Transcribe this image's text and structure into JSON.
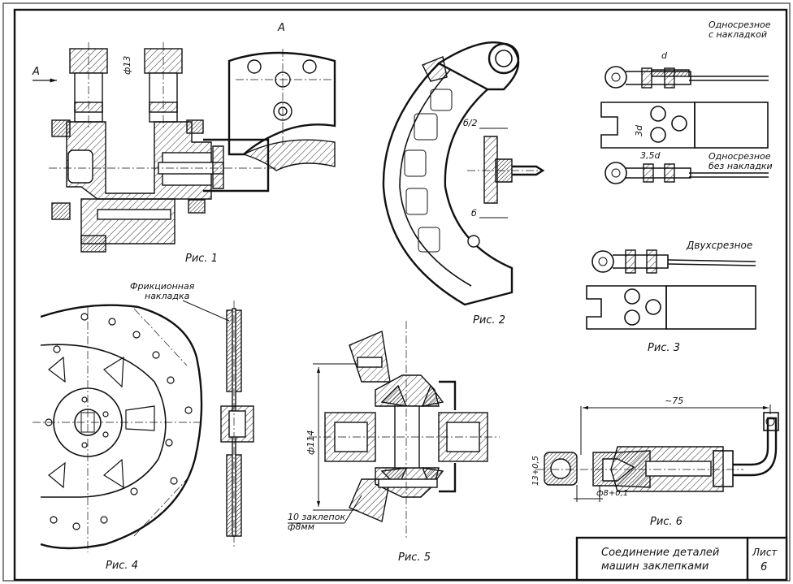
{
  "sheet": {
    "title_line1": "Соединение деталей",
    "title_line2": "машин заклепками",
    "sheet_label": "Лист",
    "sheet_number": "6"
  },
  "fig1": {
    "caption": "Рис. 1",
    "view_label": "A",
    "arrow_label": "A",
    "dim_diameter": "ф13"
  },
  "fig2": {
    "caption": "Рис. 2",
    "dim_half": "б/2",
    "dim_full": "б"
  },
  "fig3": {
    "caption": "Рис. 3",
    "single_with_plate_1": "Односрезное",
    "single_with_plate_2": "с накладкой",
    "single_without_plate_1": "Односрезное",
    "single_without_plate_2": "без накладки",
    "double_shear": "Двухсрезное",
    "dim_d": "d",
    "dim_3d": "3d",
    "dim_35d": "3,5d"
  },
  "fig4": {
    "caption": "Рис. 4",
    "friction_1": "Фрикционная",
    "friction_2": "накладка"
  },
  "fig5": {
    "caption": "Рис. 5",
    "dim_diameter": "ф114",
    "rivets_1": "10 заклепок",
    "rivets_2": "ф8мм"
  },
  "fig6": {
    "caption": "Рис. 6",
    "dim_length": "~75",
    "dim_height": "13+0,5",
    "dim_hole": "ф8+0,1"
  }
}
